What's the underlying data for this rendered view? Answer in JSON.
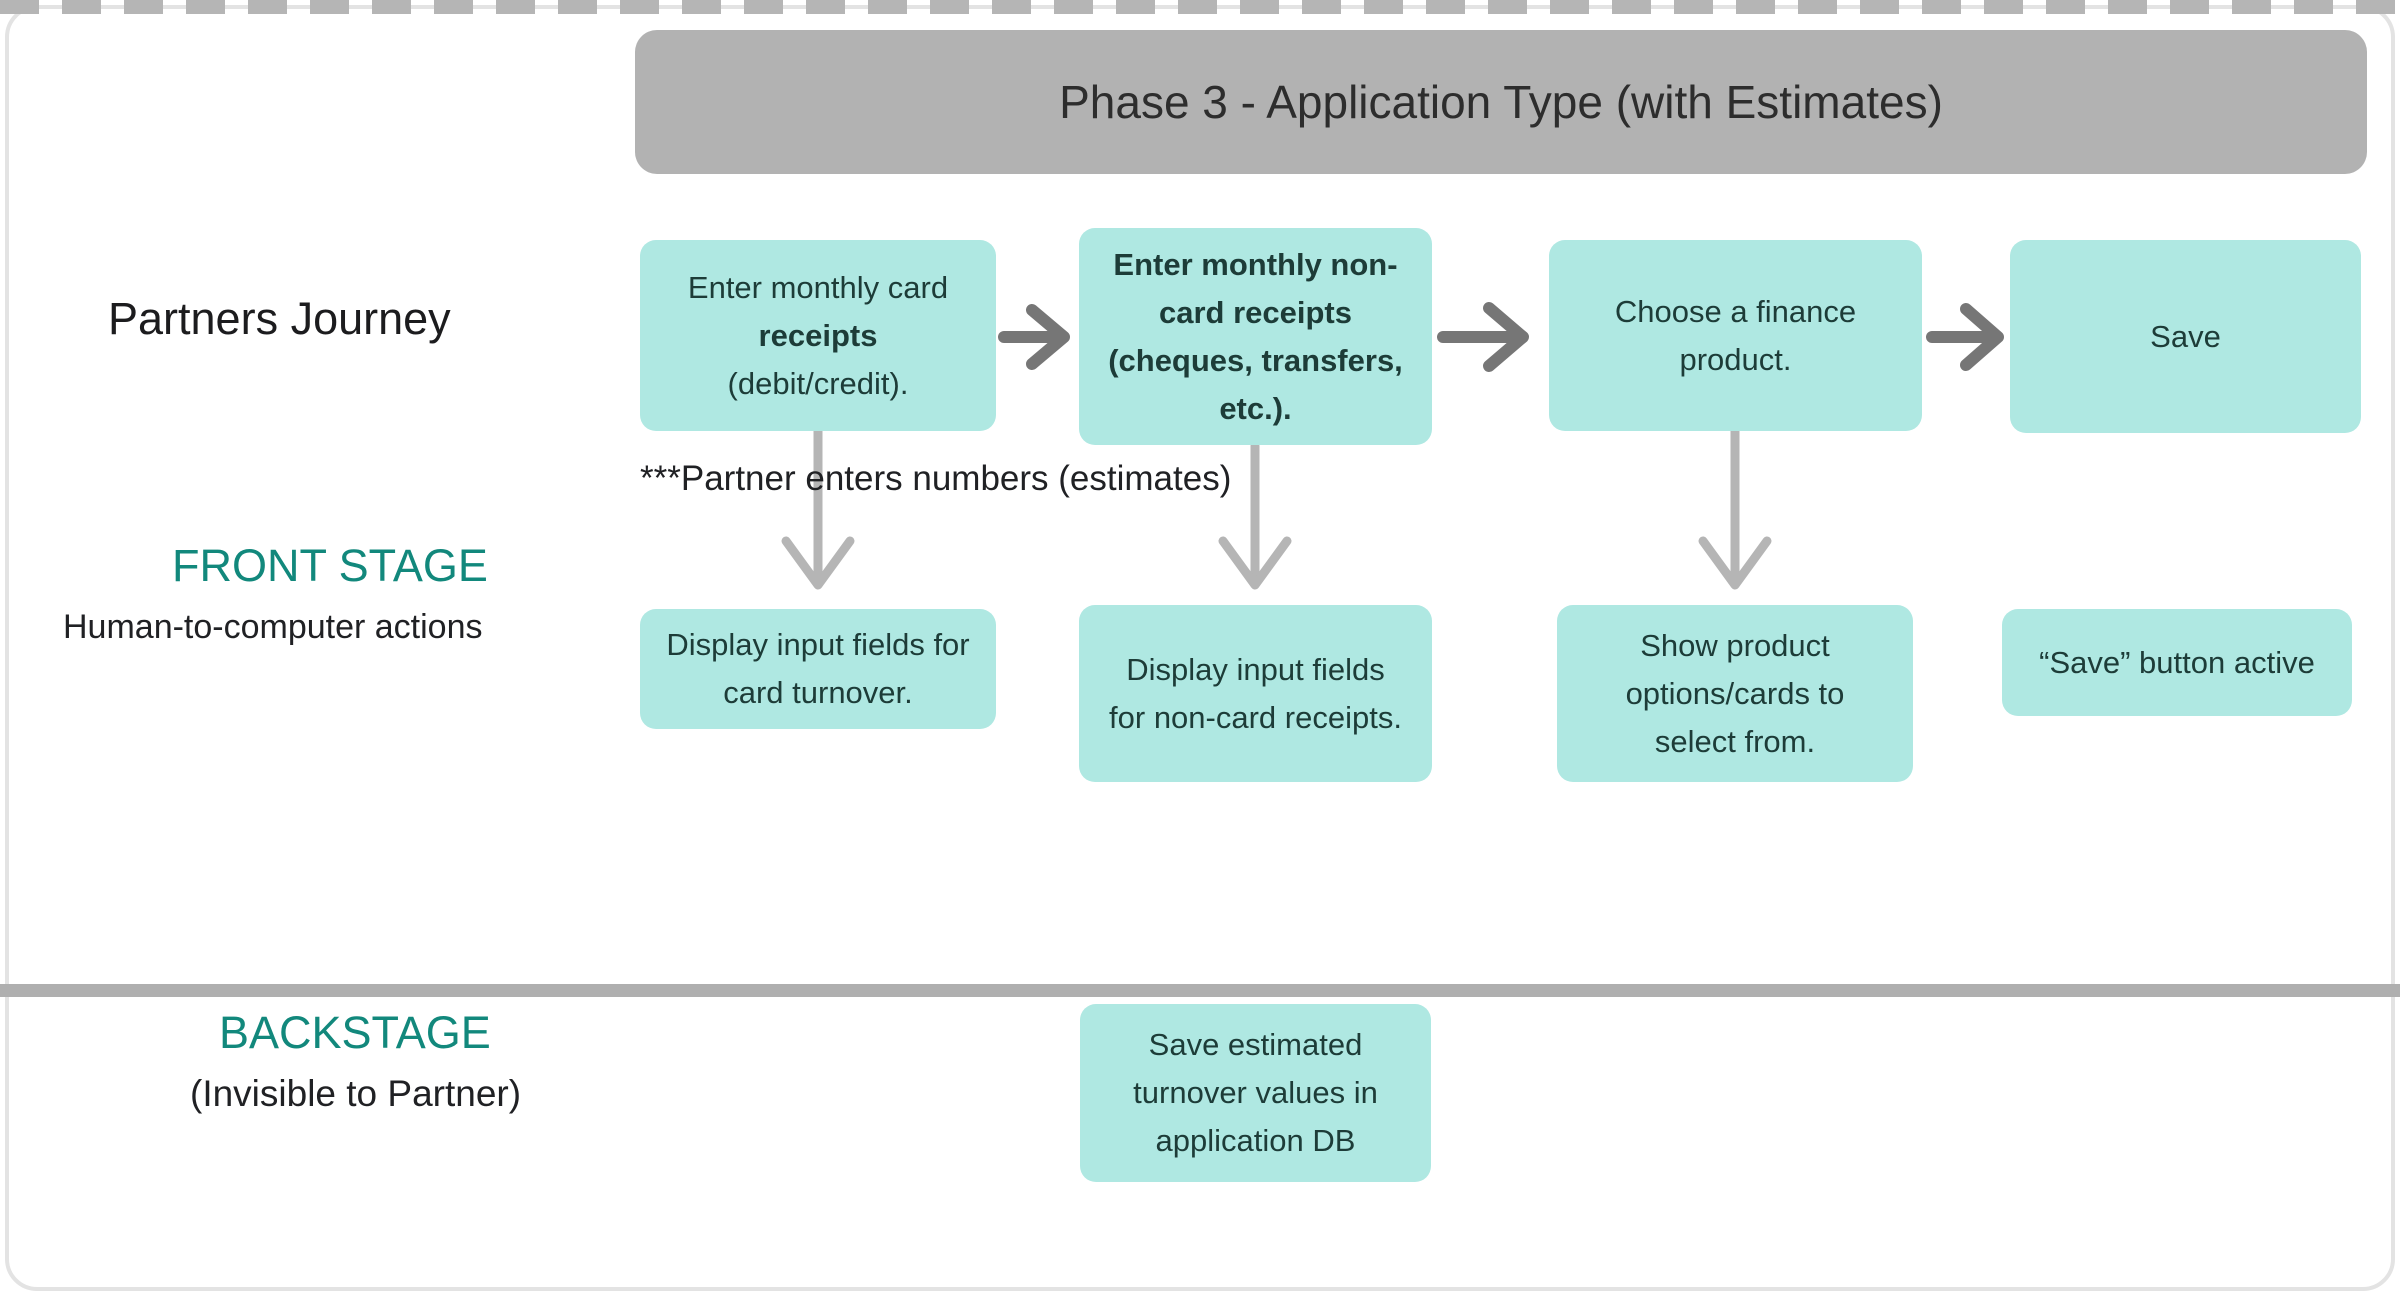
{
  "colors": {
    "box_teal": "#afe8e2",
    "box_text": "#1d3c38",
    "heading_teal": "#12887c",
    "header_gray": "#b2b2b2",
    "header_text": "#2d2d2d",
    "text_dark": "#202124",
    "arrow_dark": "#767676",
    "arrow_light": "#b5b5b5",
    "divider_solid": "#afafaf",
    "frame_border": "#e3e3e3"
  },
  "header": {
    "title": "Phase 3 - Application Type (with Estimates)"
  },
  "rows": {
    "journey": {
      "label": "Partners Journey",
      "annotation": "***Partner enters numbers (estimates)",
      "boxes": {
        "box1": {
          "pre": "Enter monthly card ",
          "bold": "receipts",
          "post": " (debit/credit)."
        },
        "box2": {
          "text": "Enter monthly non-card receipts (cheques, transfers, etc.)."
        },
        "box3": {
          "text": "Choose a finance product."
        },
        "box4": {
          "text": "Save"
        }
      }
    },
    "front_stage": {
      "label": "FRONT STAGE",
      "sublabel": "Human-to-computer actions",
      "boxes": {
        "box1": {
          "text": "Display input fields for card turnover."
        },
        "box2": {
          "text": "Display input fields for non-card receipts."
        },
        "box3": {
          "text": "Show product options/cards to select from."
        },
        "box4": {
          "text": "“Save” button active"
        }
      }
    },
    "backstage": {
      "label": "BACKSTAGE",
      "sublabel": "(Invisible to Partner)",
      "boxes": {
        "box1": {
          "text": "Save estimated turnover values in application DB"
        }
      }
    }
  }
}
